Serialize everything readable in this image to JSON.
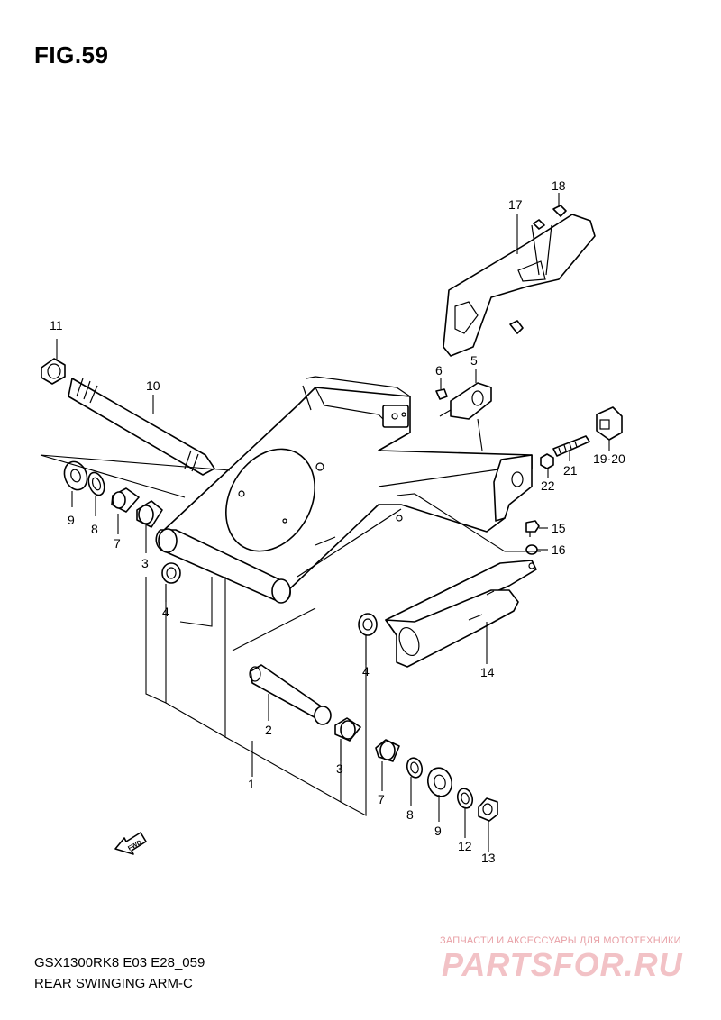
{
  "figure": {
    "title": "FIG.59"
  },
  "footer": {
    "model": "GSX1300RK8 E03 E28_059",
    "caption": "REAR SWINGING ARM-C"
  },
  "watermark": {
    "tagline": "ЗАПЧАСТИ И АКСЕССУАРЫ ДЛЯ МОТОТЕХНИКИ",
    "logo_text": "PARTSFOR.RU"
  },
  "fwd_marker": {
    "label": "FWD",
    "icon": "arrow-fwd-icon"
  },
  "callouts": [
    {
      "id": "c11",
      "text": "11"
    },
    {
      "id": "c10",
      "text": "10"
    },
    {
      "id": "c9a",
      "text": "9"
    },
    {
      "id": "c8a",
      "text": "8"
    },
    {
      "id": "c7a",
      "text": "7"
    },
    {
      "id": "c3a",
      "text": "3"
    },
    {
      "id": "c4a",
      "text": "4"
    },
    {
      "id": "c4b",
      "text": "4"
    },
    {
      "id": "c2",
      "text": "2"
    },
    {
      "id": "c3b",
      "text": "3"
    },
    {
      "id": "c1",
      "text": "1"
    },
    {
      "id": "c7b",
      "text": "7"
    },
    {
      "id": "c8b",
      "text": "8"
    },
    {
      "id": "c9b",
      "text": "9"
    },
    {
      "id": "c12",
      "text": "12"
    },
    {
      "id": "c13",
      "text": "13"
    },
    {
      "id": "c14",
      "text": "14"
    },
    {
      "id": "c15",
      "text": "15"
    },
    {
      "id": "c16",
      "text": "16"
    },
    {
      "id": "c22",
      "text": "22"
    },
    {
      "id": "c21",
      "text": "21"
    },
    {
      "id": "c1920",
      "text": "19·20"
    },
    {
      "id": "c6",
      "text": "6"
    },
    {
      "id": "c5",
      "text": "5"
    },
    {
      "id": "c17",
      "text": "17"
    },
    {
      "id": "c18",
      "text": "18"
    }
  ]
}
